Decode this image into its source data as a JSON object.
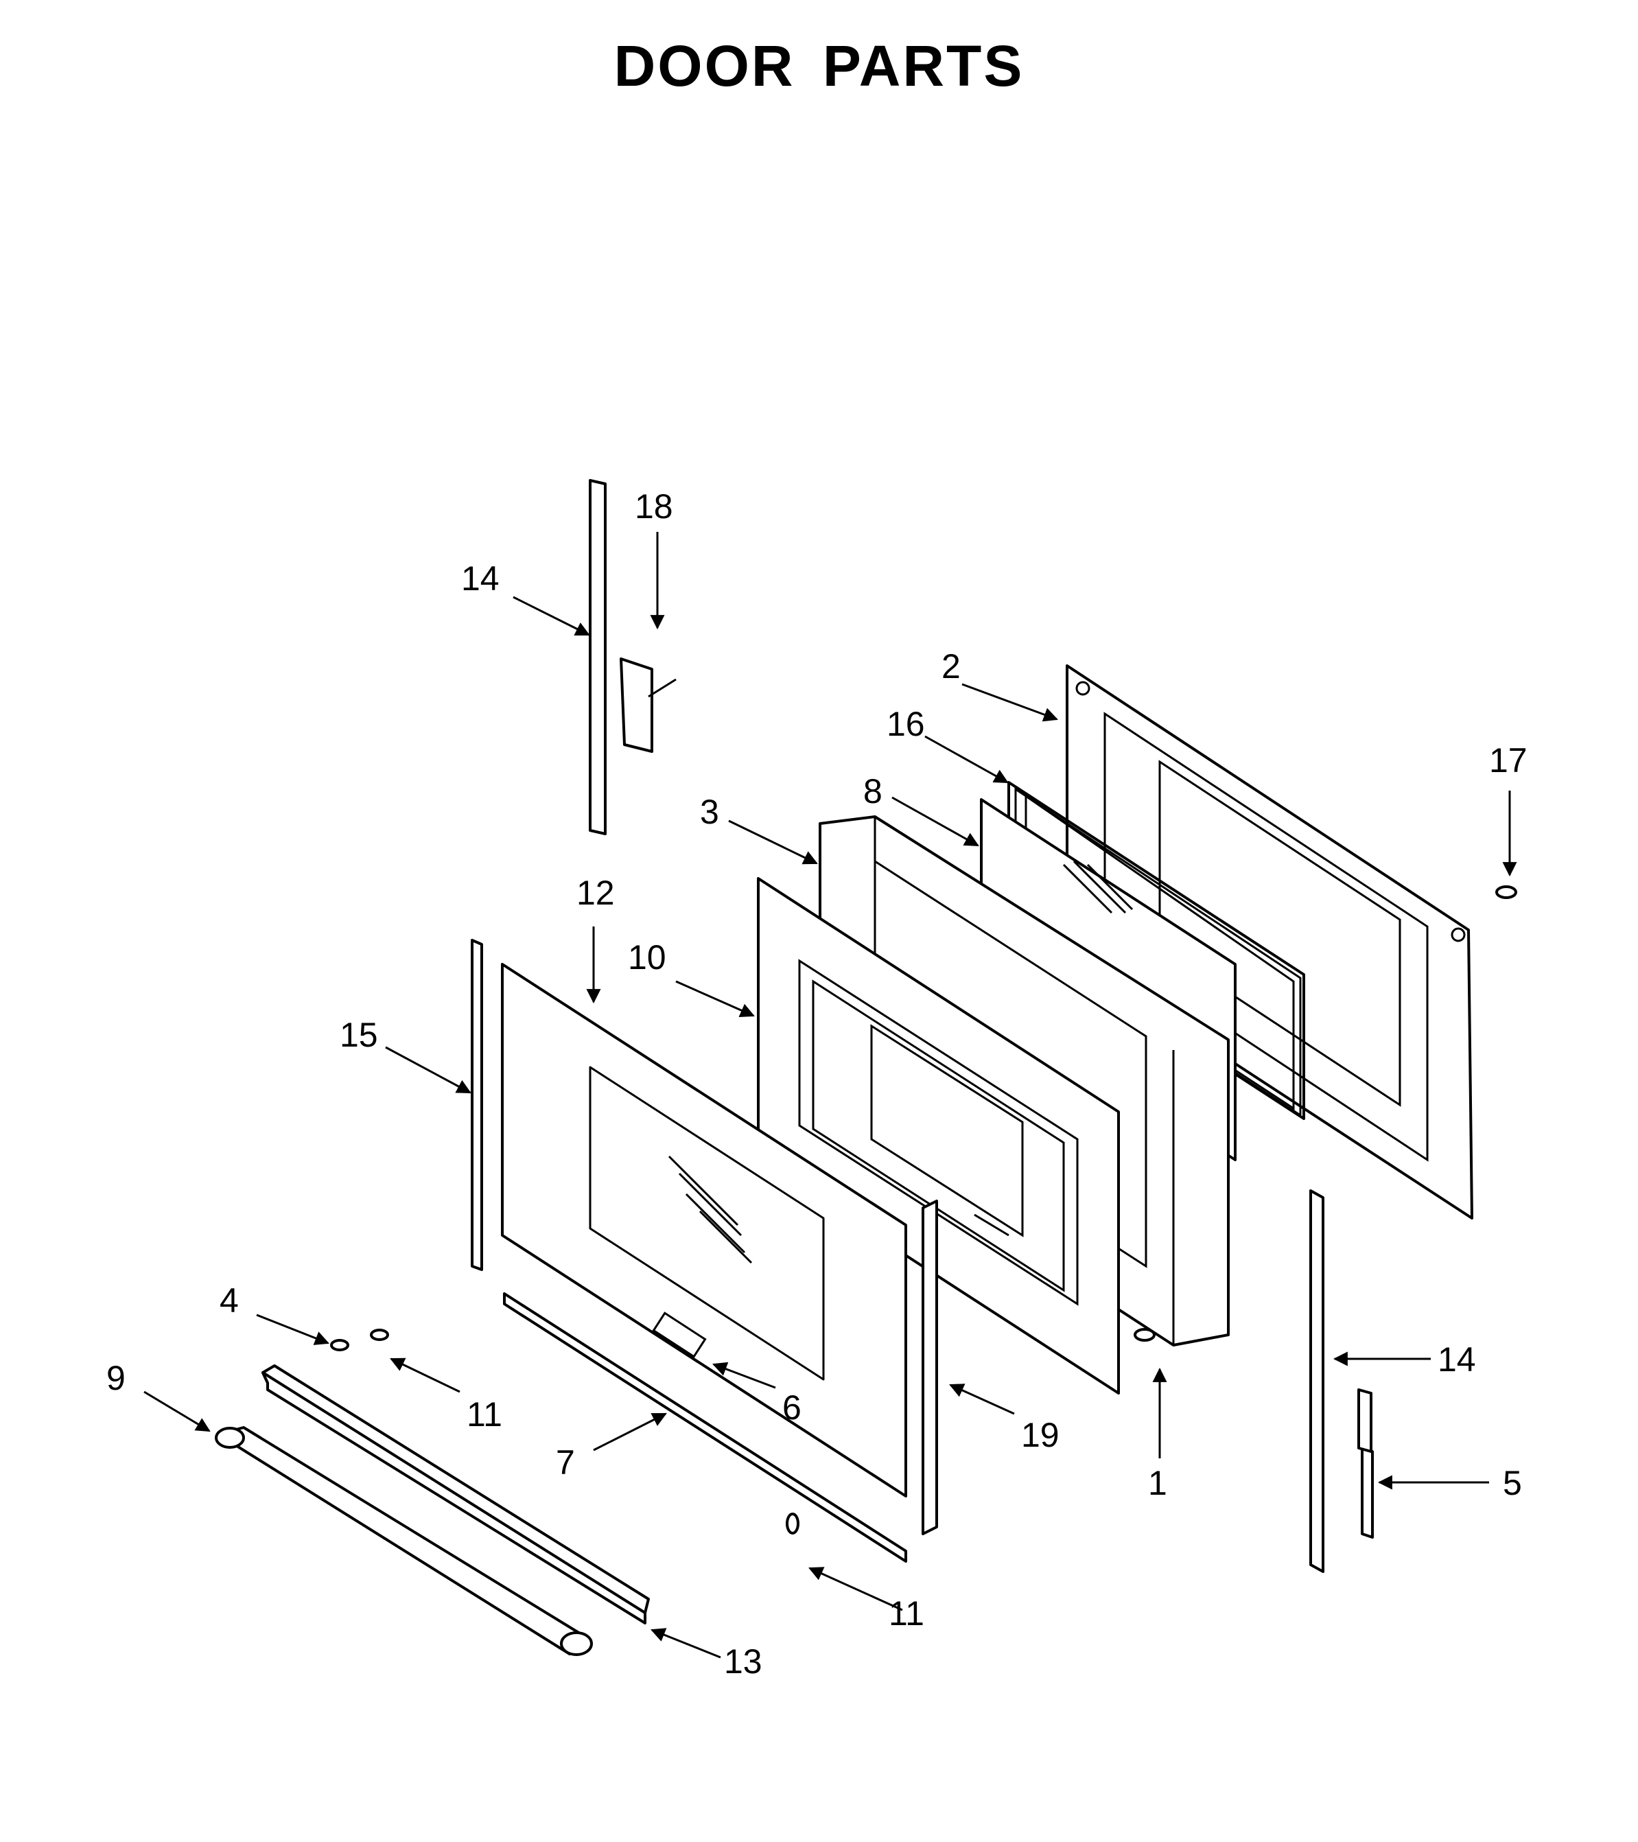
{
  "title": "DOOR PARTS",
  "callouts": [
    {
      "id": "c1",
      "label": "1"
    },
    {
      "id": "c2",
      "label": "2"
    },
    {
      "id": "c3",
      "label": "3"
    },
    {
      "id": "c4",
      "label": "4"
    },
    {
      "id": "c5",
      "label": "5"
    },
    {
      "id": "c6",
      "label": "6"
    },
    {
      "id": "c7",
      "label": "7"
    },
    {
      "id": "c8",
      "label": "8"
    },
    {
      "id": "c9",
      "label": "9"
    },
    {
      "id": "c10",
      "label": "10"
    },
    {
      "id": "c11a",
      "label": "11"
    },
    {
      "id": "c11b",
      "label": "11"
    },
    {
      "id": "c12",
      "label": "12"
    },
    {
      "id": "c13",
      "label": "13"
    },
    {
      "id": "c14a",
      "label": "14"
    },
    {
      "id": "c14b",
      "label": "14"
    },
    {
      "id": "c15",
      "label": "15"
    },
    {
      "id": "c16",
      "label": "16"
    },
    {
      "id": "c17",
      "label": "17"
    },
    {
      "id": "c18",
      "label": "18"
    },
    {
      "id": "c19",
      "label": "19"
    }
  ]
}
